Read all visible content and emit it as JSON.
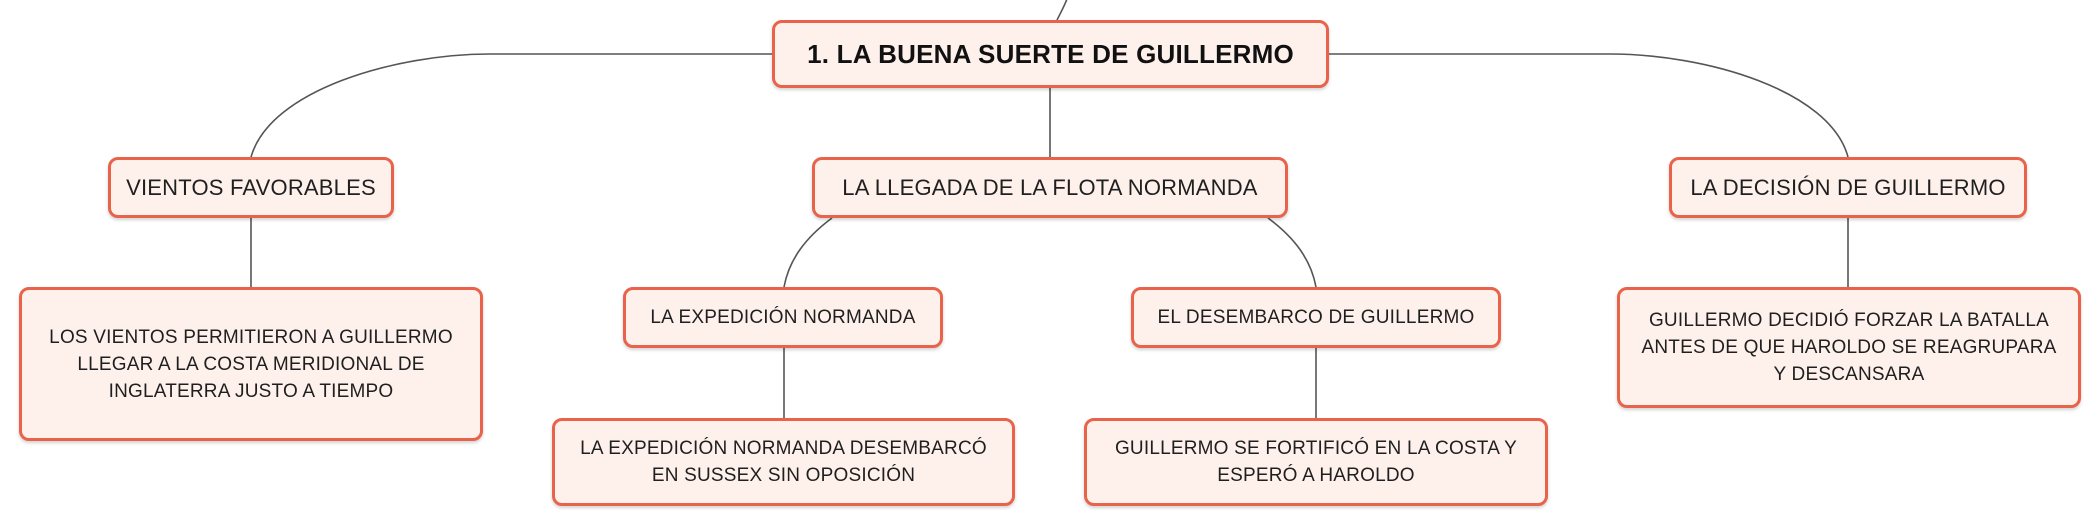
{
  "colors": {
    "node_border": "#e9634b",
    "node_fill": "#fef1ec",
    "connector": "#555555",
    "text": "#1f1f1f"
  },
  "root": {
    "label": "1. LA BUENA SUERTE DE GUILLERMO"
  },
  "branches": {
    "vientos": {
      "label": "VIENTOS FAVORABLES",
      "detail": "LOS VIENTOS PERMITIERON A GUILLERMO LLEGAR A LA COSTA MERIDIONAL DE INGLATERRA JUSTO A TIEMPO"
    },
    "llegada": {
      "label": "LA LLEGADA DE LA FLOTA NORMANDA",
      "children": {
        "expedicion": {
          "label": "LA EXPEDICIÓN NORMANDA",
          "detail": "LA EXPEDICIÓN NORMANDA DESEMBARCÓ EN SUSSEX SIN OPOSICIÓN"
        },
        "desembarco": {
          "label": "EL DESEMBARCO DE GUILLERMO",
          "detail": "GUILLERMO SE FORTIFICÓ EN LA COSTA Y ESPERÓ A HAROLDO"
        }
      }
    },
    "decision": {
      "label": "LA DECISIÓN DE GUILLERMO",
      "detail": "GUILLERMO DECIDIÓ FORZAR LA BATALLA ANTES DE QUE HAROLDO SE REAGRUPARA Y DESCANSARA"
    }
  }
}
